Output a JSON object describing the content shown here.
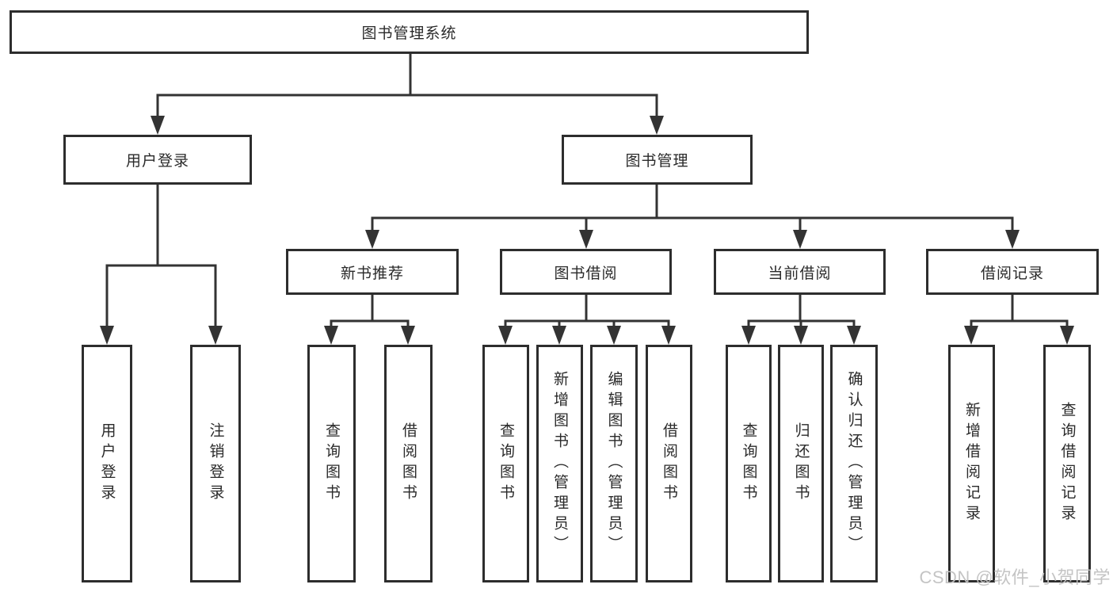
{
  "diagram": {
    "root": {
      "label": "图书管理系统"
    },
    "level2": {
      "user_login": {
        "label": "用户登录"
      },
      "book_management": {
        "label": "图书管理"
      }
    },
    "level3": {
      "new_book_recommend": {
        "label": "新书推荐"
      },
      "book_borrow": {
        "label": "图书借阅"
      },
      "current_borrow": {
        "label": "当前借阅"
      },
      "borrow_records": {
        "label": "借阅记录"
      }
    },
    "leaves": {
      "user_login": [
        {
          "label": "用户登录"
        },
        {
          "label": "注销登录"
        }
      ],
      "new_book_recommend": [
        {
          "label": "查询图书"
        },
        {
          "label": "借阅图书"
        }
      ],
      "book_borrow": [
        {
          "label": "查询图书"
        },
        {
          "label": "新增图书（管理员）"
        },
        {
          "label": "编辑图书（管理员）"
        },
        {
          "label": "借阅图书"
        }
      ],
      "current_borrow": [
        {
          "label": "查询图书"
        },
        {
          "label": "归还图书"
        },
        {
          "label": "确认归还（管理员）"
        }
      ],
      "borrow_records": [
        {
          "label": "新增借阅记录"
        },
        {
          "label": "查询借阅记录"
        }
      ]
    }
  },
  "watermark": "CSDN @软件_小贺同学",
  "colors": {
    "line": "#333333",
    "box_border": "#2d2d2d",
    "box_fill": "#ffffff",
    "text": "#2a2a2a",
    "watermark": "#c1c1c1",
    "background": "#ffffff"
  }
}
